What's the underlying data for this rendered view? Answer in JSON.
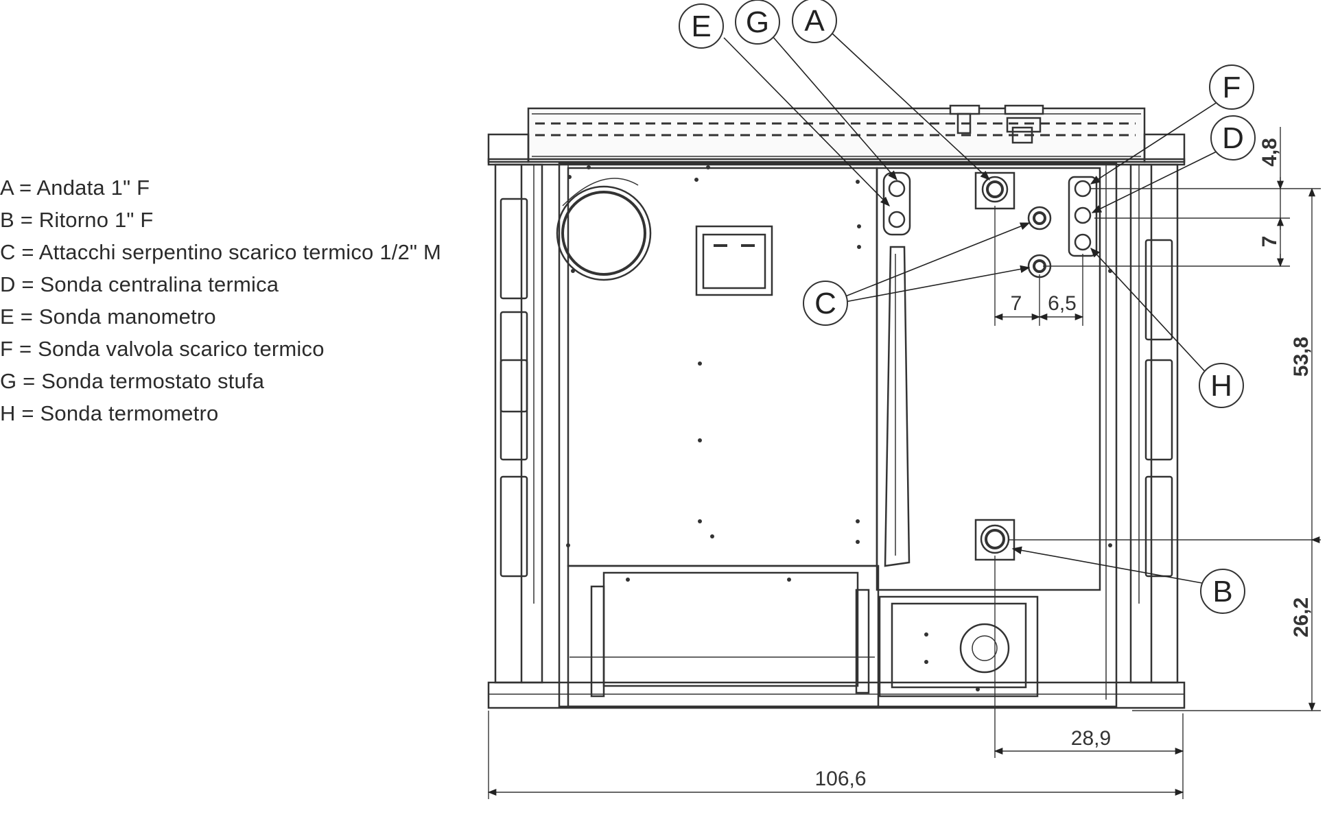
{
  "legend": {
    "items": [
      "A = Andata 1\" F",
      "B = Ritorno 1\" F",
      "C = Attacchi serpentino scarico termico 1/2\" M",
      "D = Sonda centralina termica",
      "E = Sonda manometro",
      "F = Sonda valvola scarico termico",
      "G = Sonda termostato stufa",
      "H = Sonda termometro"
    ]
  },
  "callouts": {
    "A": "A",
    "B": "B",
    "C": "C",
    "D": "D",
    "E": "E",
    "F": "F",
    "G": "G",
    "H": "H"
  },
  "dimensions": {
    "d_4_8": "4,8",
    "d_7_v": "7",
    "d_53_8": "53,8",
    "d_26_2": "26,2",
    "d_7_h": "7",
    "d_6_5": "6,5",
    "d_28_9": "28,9",
    "d_106_6": "106,6"
  }
}
